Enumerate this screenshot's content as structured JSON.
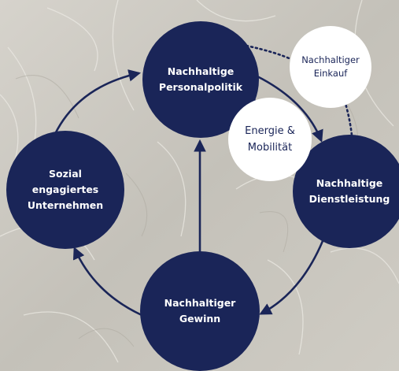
{
  "nodes": {
    "top": "Nachhaltige\nPersonalpolitik",
    "left": "Sozial\nengagiertes\nUnternehmen",
    "right": "Nachhaltige\nDienstleistung",
    "bottom": "Nachhaltiger\nGewinn"
  },
  "aux": {
    "einkauf": "Nachhaltiger\nEinkauf",
    "energie": "Energie &\nMobilität"
  },
  "colors": {
    "node": "#1a2558",
    "aux": "#ffffff",
    "arrow": "#1a2558",
    "background": "#c9c6bf"
  }
}
